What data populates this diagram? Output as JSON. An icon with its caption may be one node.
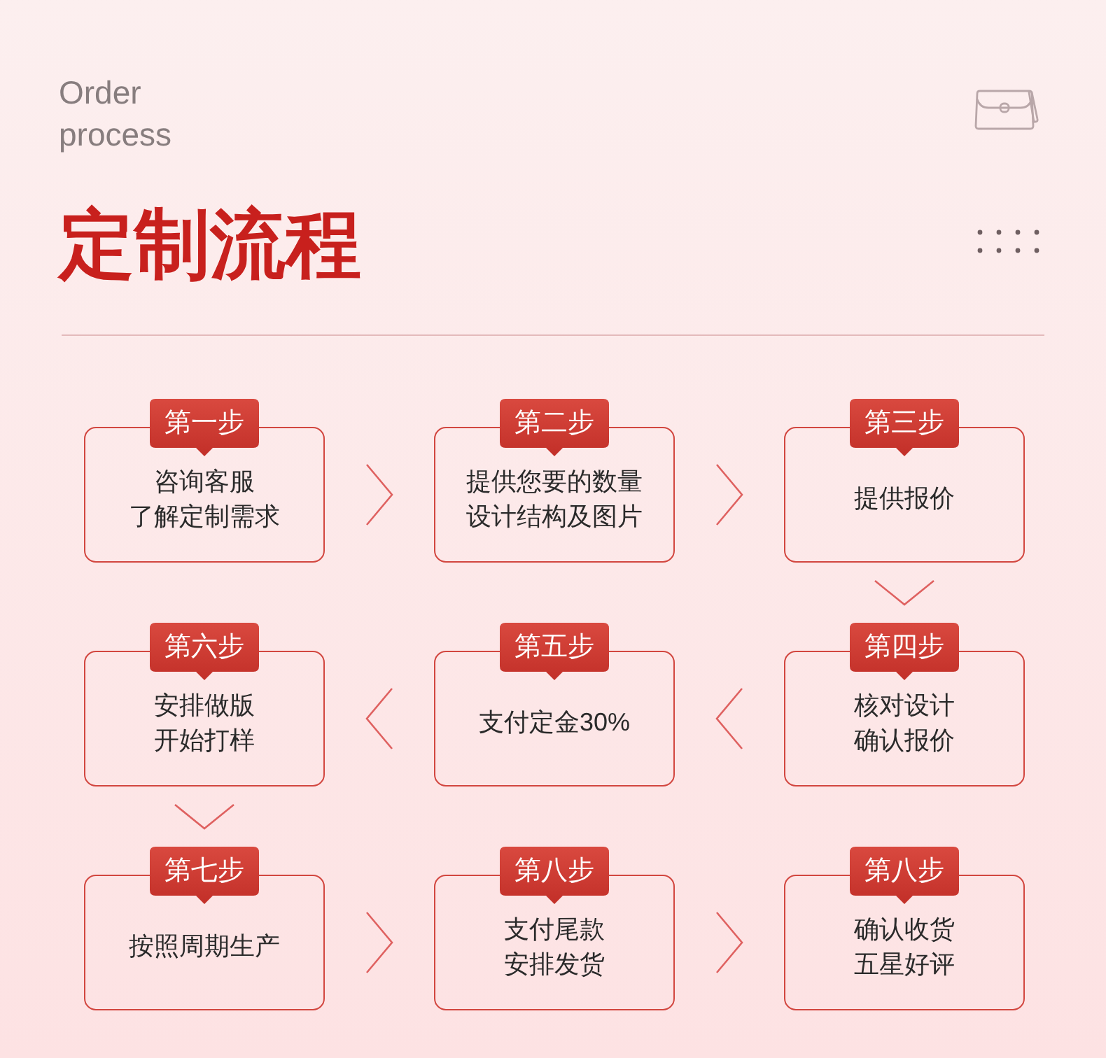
{
  "diagram": {
    "title": "定制流程",
    "nodes": [
      {
        "text": [
          "第一步",
          "咨询客服",
          "了解定制需求"
        ]
      },
      {
        "text": [
          "第二步",
          "提供您要的数量",
          "设计结构及图片"
        ]
      },
      {
        "text": [
          "第三步",
          "提供报价"
        ]
      },
      {
        "text": [
          "第四步",
          "核对设计",
          "确认报价"
        ]
      },
      {
        "text": [
          "第五步",
          "支付定金30%"
        ]
      },
      {
        "text": [
          "第六步",
          "安排做版",
          "开始打样"
        ]
      },
      {
        "text": [
          "第七步",
          "按照周期生产"
        ]
      },
      {
        "text": [
          "第八步",
          "支付尾款",
          "安排发货"
        ]
      },
      {
        "text": [
          "第八步",
          "确认收货",
          "五星好评"
        ]
      }
    ],
    "edges": [
      {
        "from": 0,
        "to": 1,
        "arrow": "to"
      },
      {
        "from": 1,
        "to": 2,
        "arrow": "to"
      },
      {
        "from": 2,
        "to": 3,
        "arrow": "to"
      },
      {
        "from": 3,
        "to": 4,
        "arrow": "to"
      },
      {
        "from": 4,
        "to": 5,
        "arrow": "to"
      },
      {
        "from": 5,
        "to": 6,
        "arrow": "to"
      },
      {
        "from": 6,
        "to": 7,
        "arrow": "to"
      },
      {
        "from": 7,
        "to": 8,
        "arrow": "to"
      }
    ],
    "labels": [
      "Order process"
    ]
  }
}
